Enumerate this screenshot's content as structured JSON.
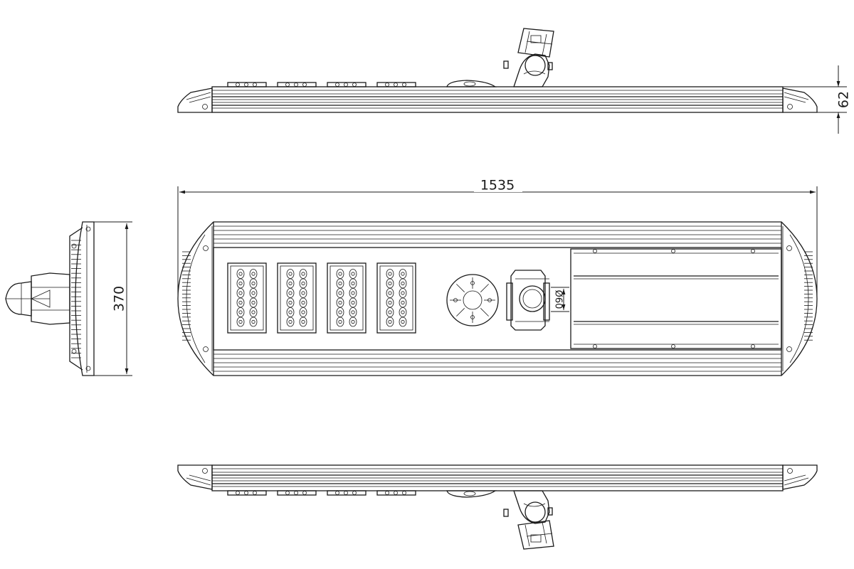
{
  "dimensions": {
    "length": "1535",
    "width": "370",
    "height": "62",
    "pole_diameter": "Ø60"
  }
}
